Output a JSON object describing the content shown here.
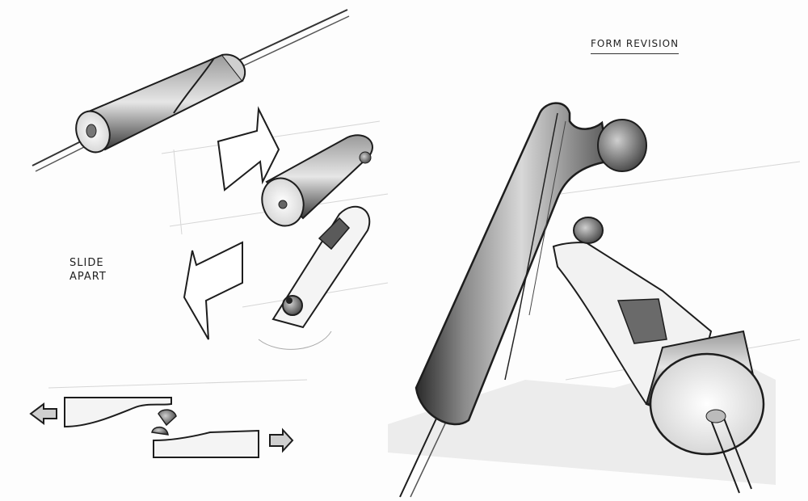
{
  "annotations": {
    "form_revision": "FORM REVISION",
    "slide_line_1": "SLIDE",
    "slide_line_2": "APART"
  },
  "colors": {
    "paper": "#fdfdfd",
    "pencil_dark": "#1d1d1d",
    "pencil_mid": "#6a6a6a",
    "pencil_light": "#bdbdbd",
    "shadow": "#e4e4e4"
  },
  "icons": [
    "arrow-right-icon",
    "arrow-left-icon"
  ]
}
